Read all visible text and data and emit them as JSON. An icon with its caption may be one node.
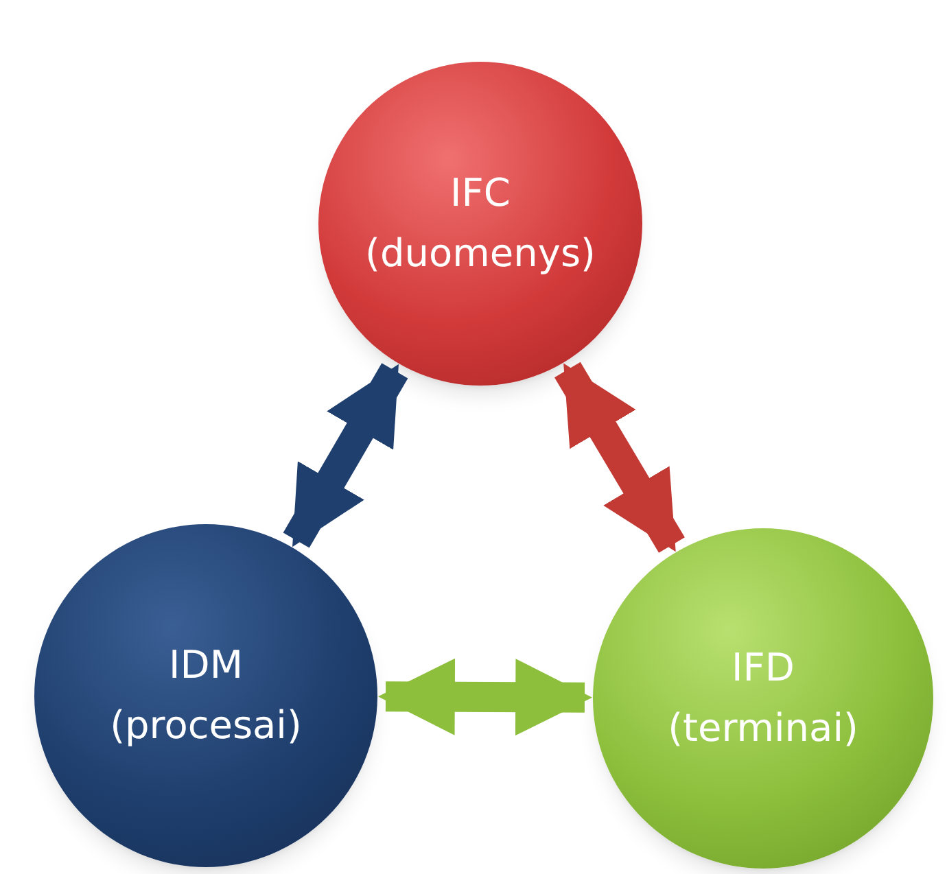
{
  "diagram": {
    "nodes": [
      {
        "text": [
          "IFC",
          "(duomenys)"
        ]
      },
      {
        "text": [
          "IDM",
          "(procesai)"
        ]
      },
      {
        "text": [
          "IFD",
          "(terminai)"
        ]
      }
    ],
    "edges": [
      {
        "from": 1,
        "to": 0,
        "arrow": "both",
        "color": "#1f3f6e"
      },
      {
        "from": 0,
        "to": 2,
        "arrow": "both",
        "color": "#c23a33"
      },
      {
        "from": 1,
        "to": 2,
        "arrow": "both",
        "color": "#8dbf3c"
      }
    ]
  }
}
